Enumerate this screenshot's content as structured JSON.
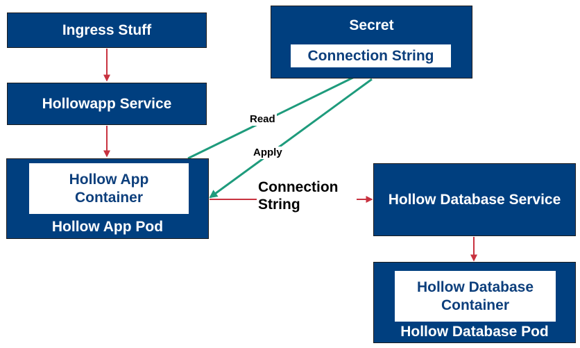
{
  "colors": {
    "box_fill": "#003f7f",
    "box_border": "#1b1b1b",
    "inner_fill": "#ffffff",
    "inner_text": "#0d3f7c",
    "red_arrow": "#c8323f",
    "green_arrow": "#1e9b7c"
  },
  "nodes": {
    "ingress": {
      "label": "Ingress Stuff"
    },
    "hollowapp_service": {
      "label": "Hollowapp Service"
    },
    "hollow_app_pod": {
      "label": "Hollow App Pod",
      "container_label": "Hollow App Container"
    },
    "secret": {
      "label": "Secret",
      "inner_label": "Connection String"
    },
    "hollow_db_service": {
      "label": "Hollow Database Service"
    },
    "hollow_db_pod": {
      "label": "Hollow Database Pod",
      "container_label": "Hollow Database Container"
    }
  },
  "edges": {
    "read_label": "Read",
    "apply_label": "Apply",
    "connection_label": "Connection String"
  }
}
